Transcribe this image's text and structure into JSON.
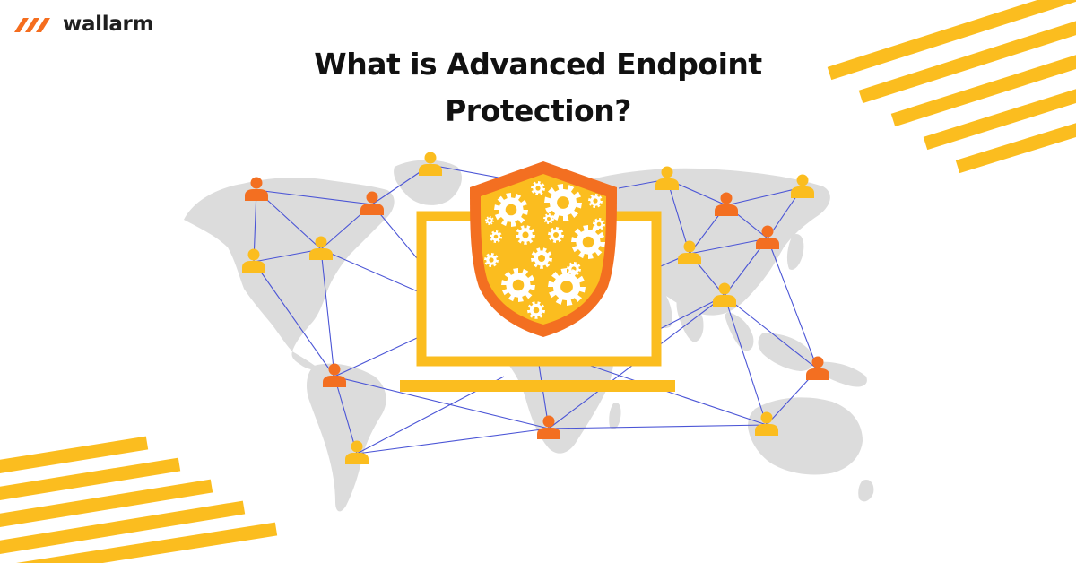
{
  "brand": {
    "name": "wallarm",
    "icon": "wallarm-logo-icon",
    "accent_color": "#f56d1e"
  },
  "title": {
    "line1": "What is Advanced Endpoint",
    "line2": "Protection?"
  },
  "colors": {
    "yellow": "#fbbd1f",
    "orange": "#f36f21",
    "link": "#4b55d6",
    "map": "#dcdcdc"
  },
  "icons": [
    "world-map-icon",
    "laptop-icon",
    "shield-icon",
    "gear-icon",
    "user-icon"
  ]
}
